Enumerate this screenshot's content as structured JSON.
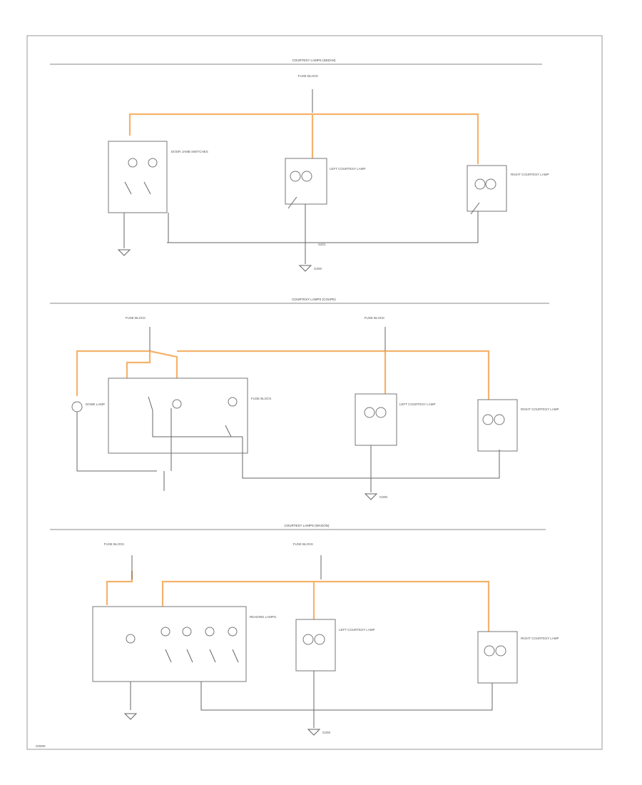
{
  "page": {
    "code": "G0000"
  },
  "sections": [
    {
      "title": "COURTESY LAMPS (SEDAN)",
      "fuse_label": "FUSE BLOCK",
      "splice_label": "S201",
      "right_lamp": "RIGHT COURTESY LAMP",
      "left_lamp": "LEFT COURTESY LAMP",
      "ground_label": "G200",
      "switch_label": "DOOR JAMB SWITCHES"
    },
    {
      "title": "COURTESY LAMPS (COUPE)",
      "fuse_label": "FUSE BLOCK",
      "right_lamp": "RIGHT COURTESY LAMP",
      "left_lamp": "LEFT COURTESY LAMP",
      "ground_label": "G200",
      "dome_label": "DOME LAMP"
    },
    {
      "title": "COURTESY LAMPS (WAGON)",
      "fuse_label": "FUSE BLOCK",
      "right_lamp": "RIGHT COURTESY LAMP",
      "left_lamp": "LEFT COURTESY LAMP",
      "ground_label": "G200",
      "reading_label": "READING LAMPS"
    }
  ]
}
